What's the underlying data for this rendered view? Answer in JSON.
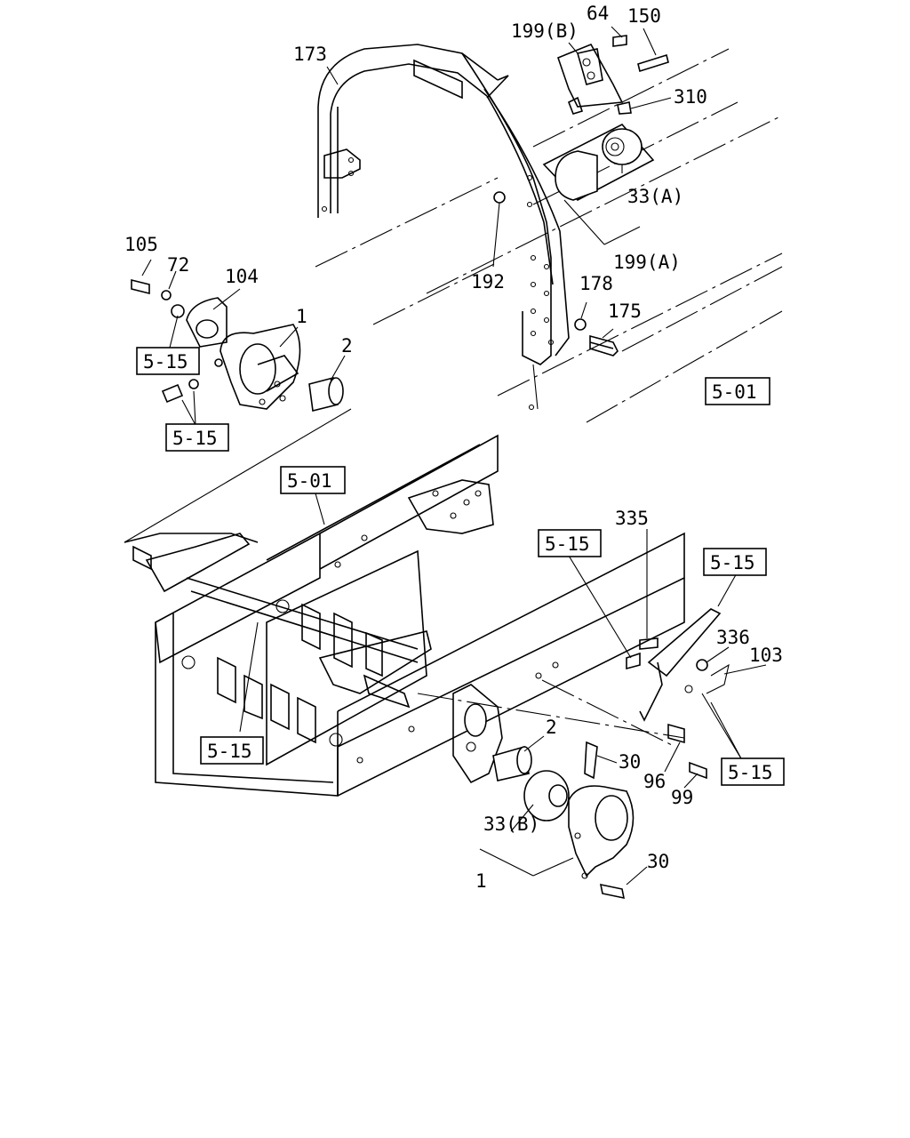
{
  "labels": {
    "l173": "173",
    "l199b": "199(B)",
    "l64": "64",
    "l150": "150",
    "l310": "310",
    "l33a": "33(A)",
    "l199a": "199(A)",
    "l192": "192",
    "l178": "178",
    "l175": "175",
    "l105": "105",
    "l72": "72",
    "l104": "104",
    "l1_top": "1",
    "l2_top": "2",
    "l335": "335",
    "l336": "336",
    "l103": "103",
    "l2_bot": "2",
    "l30_a": "30",
    "l96": "96",
    "l99": "99",
    "l33b": "33(B)",
    "l1_bot": "1",
    "l30_b": "30"
  },
  "refs": {
    "ref_515_a": "5-15",
    "ref_515_b": "5-15",
    "ref_501_a": "5-01",
    "ref_501_b": "5-01",
    "ref_515_c": "5-15",
    "ref_515_d": "5-15",
    "ref_515_e": "5-15",
    "ref_515_f": "5-15"
  }
}
